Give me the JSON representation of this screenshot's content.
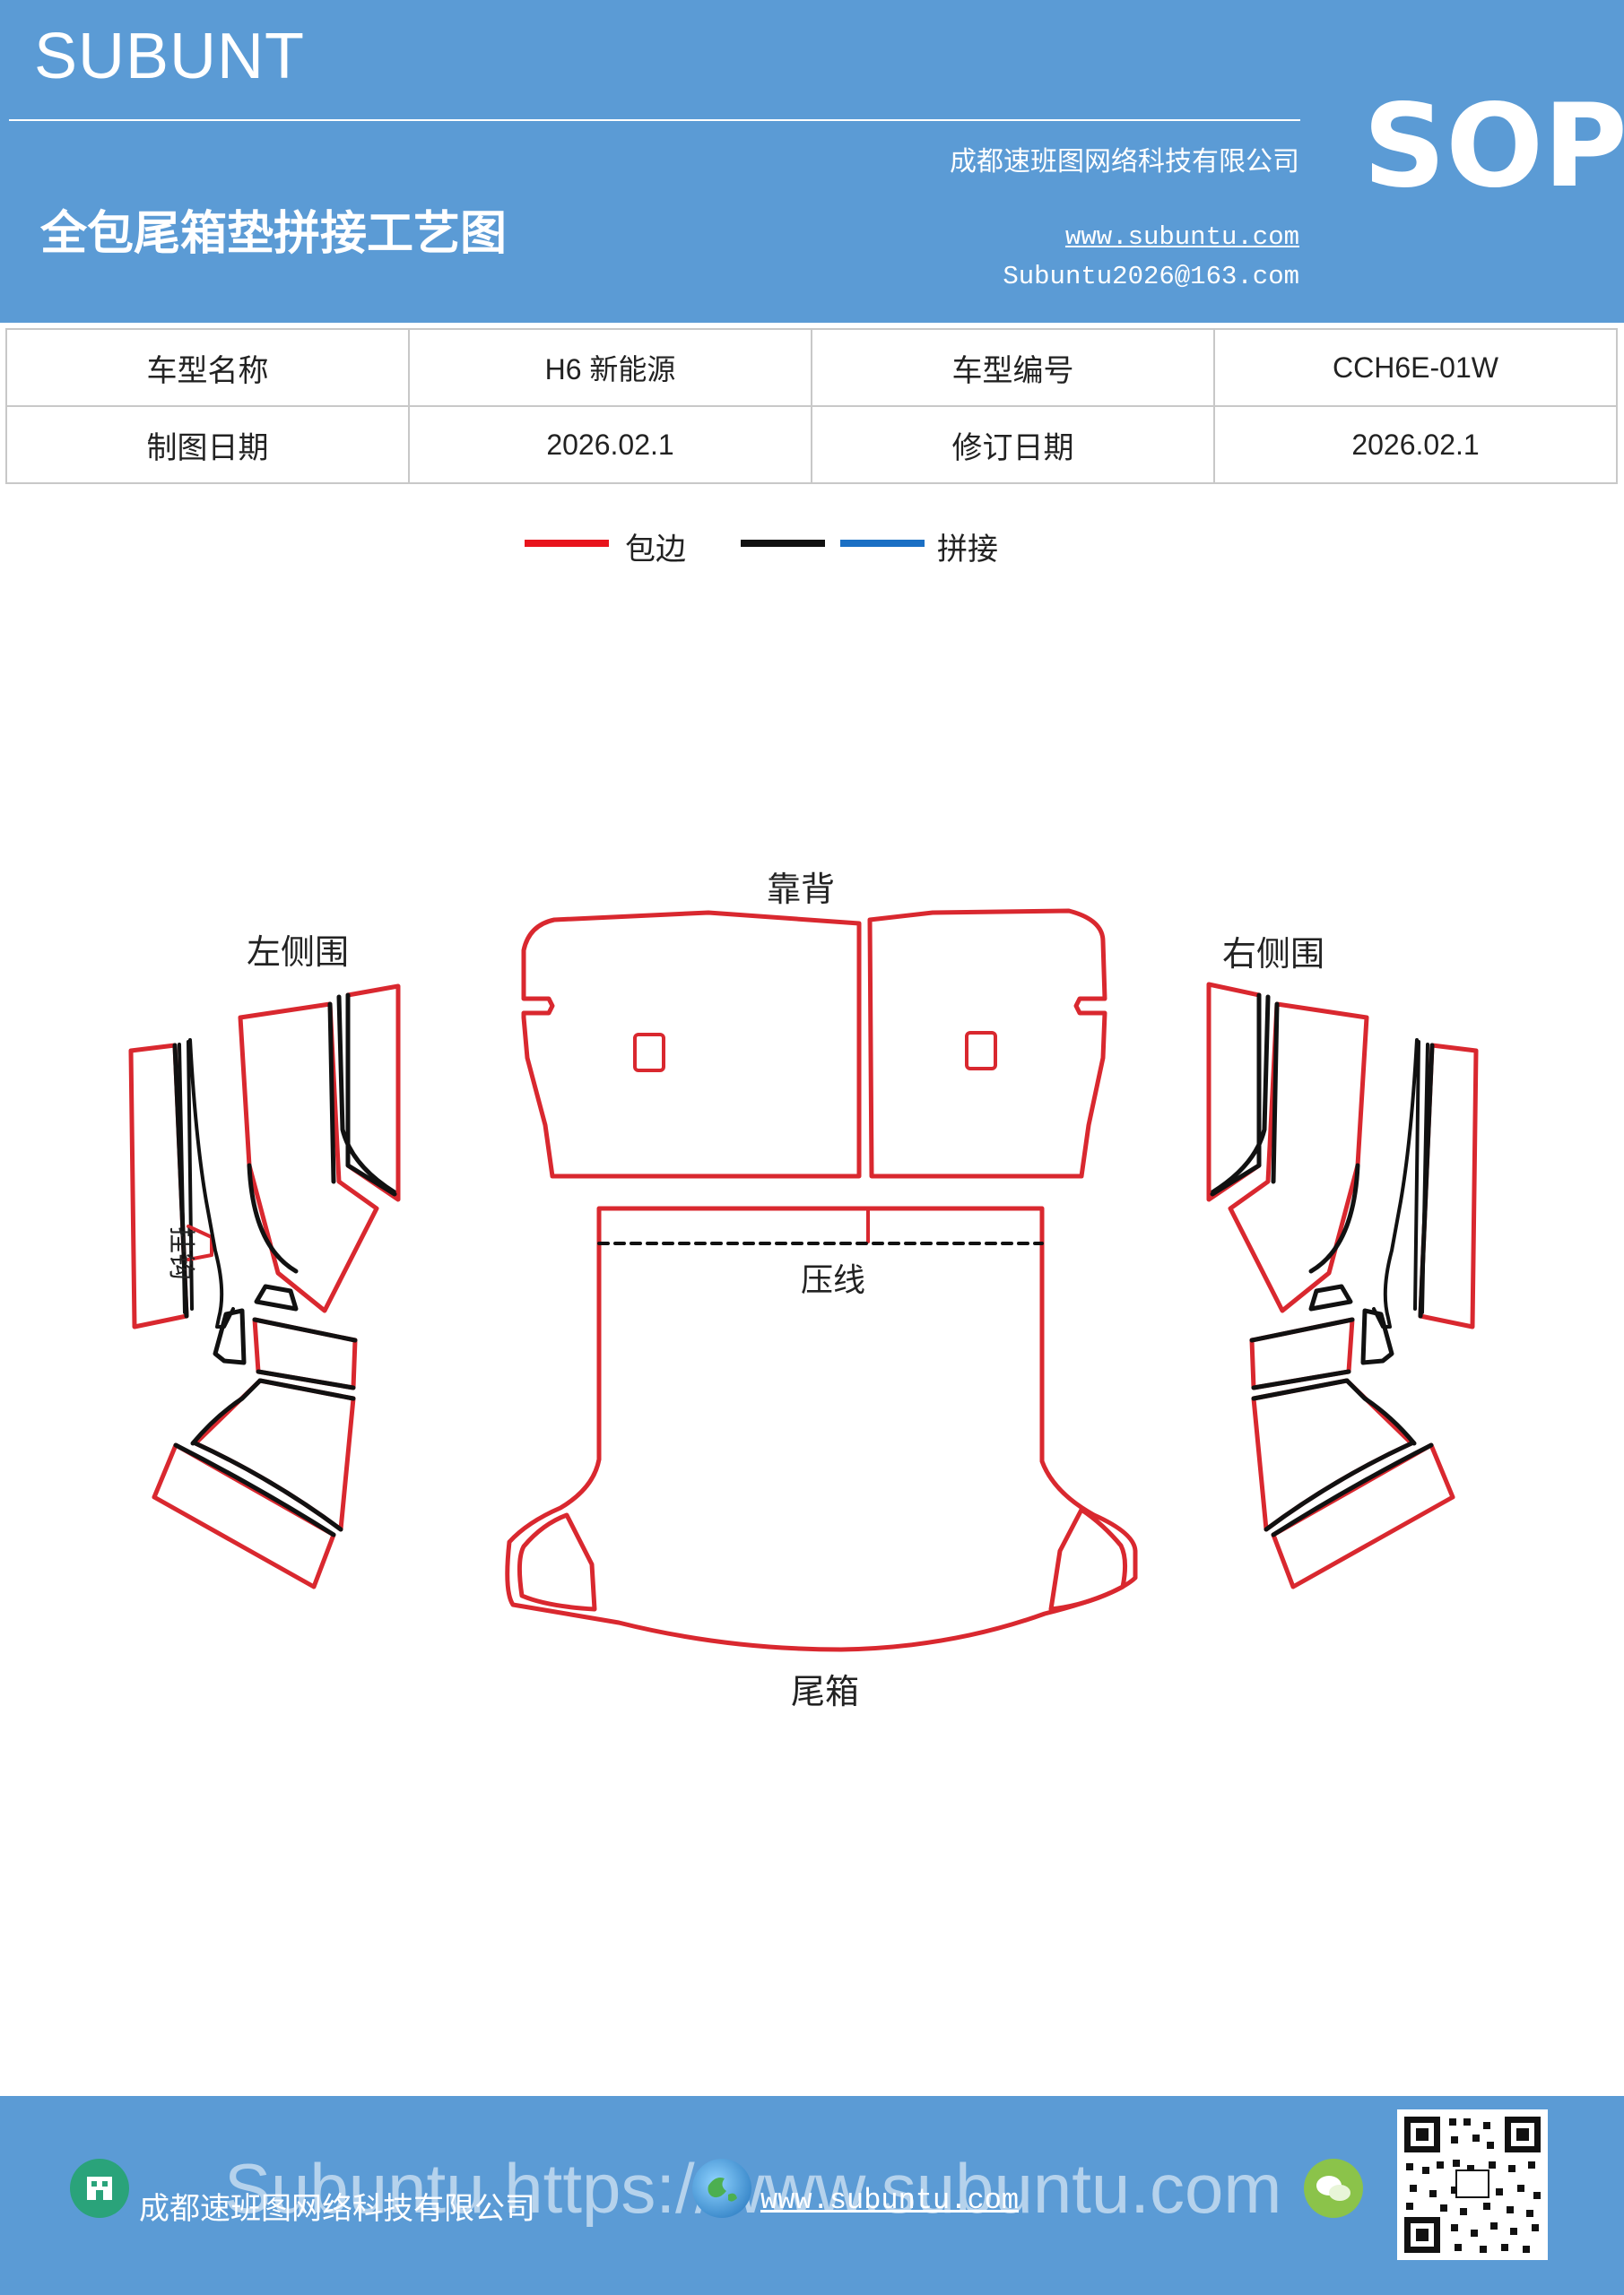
{
  "header": {
    "brand": "SUBUNT",
    "badge": "SOP",
    "title": "全包尾箱垫拼接工艺图",
    "company": "成都速班图网络科技有限公司",
    "website": "www.subuntu.com",
    "email": "Subuntu2026@163.com"
  },
  "info_table": {
    "rows": [
      {
        "label1": "车型名称",
        "value1": "H6 新能源",
        "label2": "车型编号",
        "value2": "CCH6E-01W"
      },
      {
        "label1": "制图日期",
        "value1": "2026.02.1",
        "label2": "修订日期",
        "value2": "2026.02.1"
      }
    ]
  },
  "legend": {
    "items": [
      {
        "label": "包边",
        "colors": [
          "#e8141c"
        ]
      },
      {
        "label": "拼接",
        "colors": [
          "#111111",
          "#1a6fc4"
        ]
      }
    ]
  },
  "diagram": {
    "labels": {
      "back": "靠背",
      "left": "左侧围",
      "right": "右侧围",
      "press_line": "压线",
      "trunk": "尾箱",
      "hook": "挂钩"
    },
    "colors": {
      "edge": "#d9282f",
      "seam": "#111111",
      "splice": "#1a6fc4"
    }
  },
  "footer": {
    "company": "成都速班图网络科技有限公司",
    "website": "www.subuntu.com",
    "watermark": "Subuntu https://www.subuntu.com"
  }
}
